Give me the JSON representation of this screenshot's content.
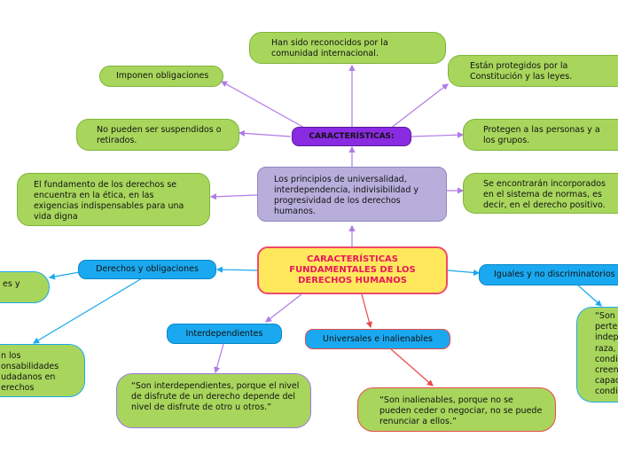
{
  "center": "CARACTERÍSTICAS FUNDAMENTALES DE LOS DERECHOS HUMANOS",
  "caracteristicas_title": "CARACTERÍSTICAS:",
  "principles": "Los principios de universalidad, interdependencia, indivisibilidad y progresividad de los derechos humanos.",
  "top_nodes": {
    "reconocidos": "Han sido reconocidos por la comunidad internacional.",
    "protegidos": "Están protegidos por la Constitución y las leyes.",
    "obligaciones": "Imponen obligaciones",
    "suspendidos": "No pueden ser suspendidos o retirados.",
    "protegen": "Protegen a las personas y a los grupos.",
    "fundamento": "El fundamento de los derechos se encuentra en la ética, en las exigencias indispensables para una vida digna",
    "incorporados": "Se encontrarán incorporados en el sistema de normas, es decir, en el derecho positivo."
  },
  "branches": {
    "derechos_obligaciones": "Derechos y obligaciones",
    "iguales": "Iguales y no discriminatorios",
    "interdependientes": "Interdependientes",
    "universales": "Universales e inalienables"
  },
  "leaves": {
    "left_top": "es y",
    "left_bottom": "n los\nonsabilidades\nudadanos en\nerechos",
    "interdependientes_quote": "“Son interdependientes, porque el nivel de disfrute de un derecho depende del nivel de disfrute de otro u otros.”",
    "universales_quote": "“Son inalienables, porque no se pueden ceder o negociar, no se puede renunciar a ellos.”",
    "iguales_quote": "“Son\nperte\nindep\nraza,\ncondi\ncreen\ncapac\ncondi"
  },
  "colors": {
    "green": "#a8d65c",
    "purple": "#8a2be2",
    "lavender": "#b7aedc",
    "yellow": "#ffe85c",
    "pink": "#f04a6a",
    "blue": "#1aa9f0",
    "red": "#e84a4a"
  }
}
